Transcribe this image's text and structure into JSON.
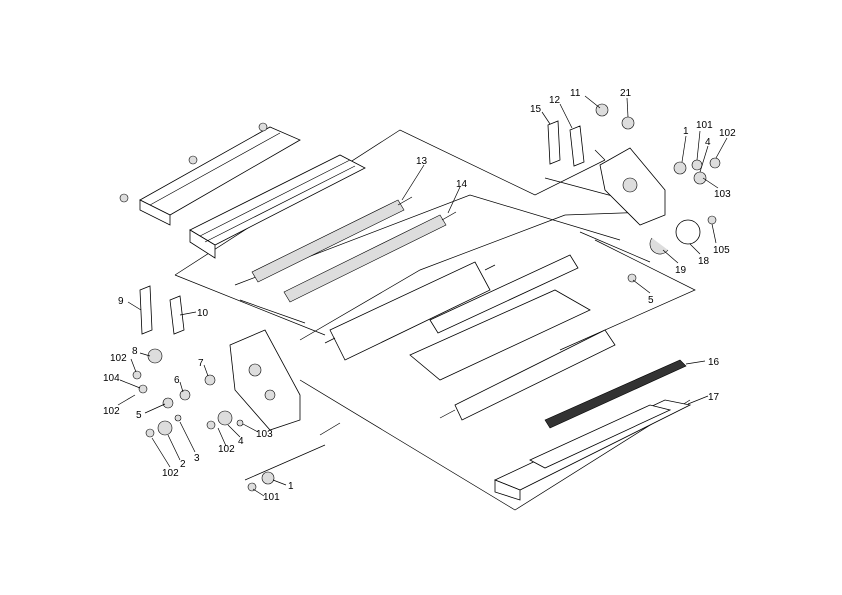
{
  "diagram": {
    "callouts": [
      {
        "id": "c13",
        "text": "13"
      },
      {
        "id": "c14",
        "text": "14"
      },
      {
        "id": "c11",
        "text": "11"
      },
      {
        "id": "c21",
        "text": "21"
      },
      {
        "id": "c12",
        "text": "12"
      },
      {
        "id": "c15",
        "text": "15"
      },
      {
        "id": "c1a",
        "text": "1"
      },
      {
        "id": "c101a",
        "text": "101"
      },
      {
        "id": "c102a",
        "text": "102"
      },
      {
        "id": "c4a",
        "text": "4"
      },
      {
        "id": "c103a",
        "text": "103"
      },
      {
        "id": "c105",
        "text": "105"
      },
      {
        "id": "c18",
        "text": "18"
      },
      {
        "id": "c19",
        "text": "19"
      },
      {
        "id": "c5a",
        "text": "5"
      },
      {
        "id": "c9",
        "text": "9"
      },
      {
        "id": "c10",
        "text": "10"
      },
      {
        "id": "c8",
        "text": "8"
      },
      {
        "id": "c102b",
        "text": "102"
      },
      {
        "id": "c104",
        "text": "104"
      },
      {
        "id": "c102c",
        "text": "102"
      },
      {
        "id": "c7",
        "text": "7"
      },
      {
        "id": "c6",
        "text": "6"
      },
      {
        "id": "c5b",
        "text": "5"
      },
      {
        "id": "c2",
        "text": "2"
      },
      {
        "id": "c3",
        "text": "3"
      },
      {
        "id": "c102d",
        "text": "102"
      },
      {
        "id": "c102e",
        "text": "102"
      },
      {
        "id": "c4b",
        "text": "4"
      },
      {
        "id": "c103b",
        "text": "103"
      },
      {
        "id": "c1b",
        "text": "1"
      },
      {
        "id": "c101b",
        "text": "101"
      },
      {
        "id": "c16",
        "text": "16"
      },
      {
        "id": "c17",
        "text": "17"
      }
    ]
  }
}
